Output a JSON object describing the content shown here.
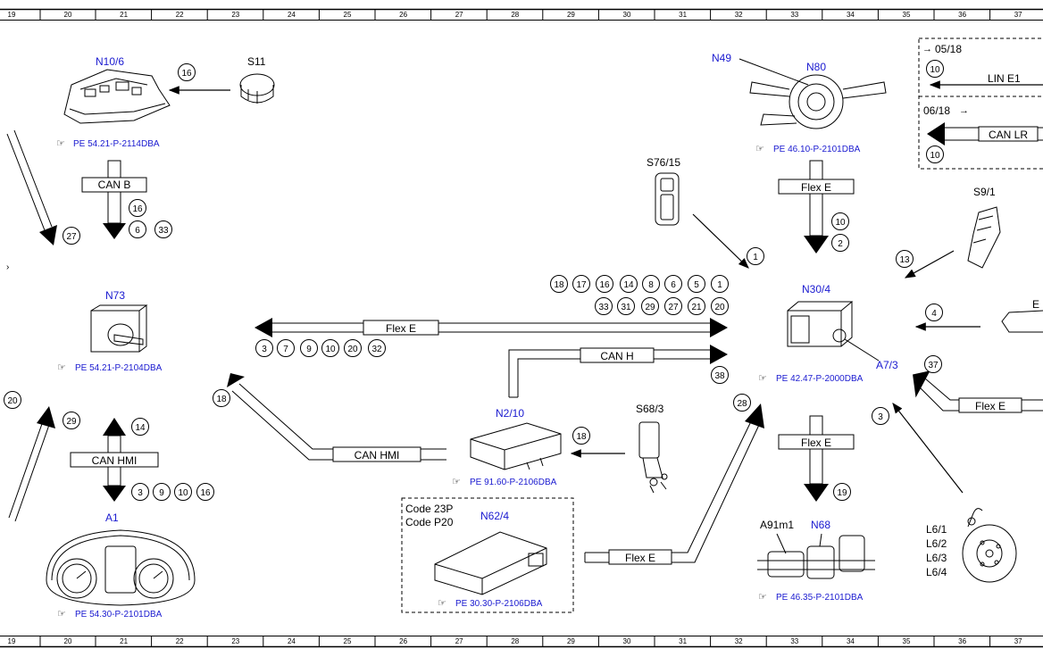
{
  "ruler": {
    "columns": [
      "19",
      "20",
      "21",
      "22",
      "23",
      "24",
      "25",
      "26",
      "27",
      "28",
      "29",
      "30",
      "31",
      "32",
      "33",
      "34",
      "35",
      "36",
      "37"
    ]
  },
  "components": {
    "n10_6": {
      "label": "N10/6",
      "ref": "PE 54.21-P-2114DBA"
    },
    "s11": {
      "label": "S11"
    },
    "n73": {
      "label": "N73",
      "ref": "PE 54.21-P-2104DBA"
    },
    "a1": {
      "label": "A1",
      "ref": "PE 54.30-P-2101DBA"
    },
    "n49": {
      "label": "N49"
    },
    "n80": {
      "label": "N80",
      "ref": "PE 46.10-P-2101DBA"
    },
    "s76_15": {
      "label": "S76/15"
    },
    "s9_1": {
      "label": "S9/1"
    },
    "n30_4": {
      "label": "N30/4",
      "ref": "PE 42.47-P-2000DBA"
    },
    "a7_3": {
      "label": "A7/3"
    },
    "n2_10": {
      "label": "N2/10",
      "ref": "PE 91.60-P-2106DBA"
    },
    "s68_3": {
      "label": "S68/3"
    },
    "n62_4": {
      "label": "N62/4",
      "ref": "PE 30.30-P-2106DBA",
      "code1": "Code 23P",
      "code2": "Code P20"
    },
    "a91m1": {
      "label": "A91m1"
    },
    "n68": {
      "label": "N68",
      "ref": "PE 46.35-P-2101DBA"
    },
    "l6": {
      "l1": "L6/1",
      "l2": "L6/2",
      "l3": "L6/3",
      "l4": "L6/4"
    },
    "e_partial": {
      "label": "E"
    }
  },
  "buses": {
    "can_b": "CAN B",
    "can_hmi_left": "CAN HMI",
    "can_hmi_mid": "CAN HMI",
    "flex_e_top": "Flex E",
    "flex_e_main": "Flex E",
    "can_h": "CAN H",
    "flex_e_mid": "Flex E",
    "flex_e_bottom": "Flex E",
    "flex_e_right": "Flex E",
    "lin_e1": "LIN E1",
    "can_lr": "CAN LR"
  },
  "refs": {
    "ref1": "05/18",
    "ref2": "06/18"
  },
  "circles": {
    "c_16a": "16",
    "c_16b": "16",
    "c_6": "6",
    "c_33": "33",
    "c_27": "27",
    "c_14": "14",
    "c_3a": "3",
    "c_9": "9",
    "c_10a": "10",
    "c_16c": "16",
    "c_20": "20",
    "c_29": "29",
    "c_18a": "18",
    "r1_18": "18",
    "r1_17": "17",
    "r1_16": "16",
    "r1_14": "14",
    "r1_8": "8",
    "r1_6": "6",
    "r1_5": "5",
    "r1_1": "1",
    "r2_33": "33",
    "r2_31": "31",
    "r2_29": "29",
    "r2_27": "27",
    "r2_21": "21",
    "r2_20": "20",
    "r3_3": "3",
    "r3_7": "7",
    "r3_9": "9",
    "r3_10": "10",
    "r3_20": "20",
    "r3_32": "32",
    "c_38": "38",
    "c_18b": "18",
    "c_28": "28",
    "c_19": "19",
    "c_1": "1",
    "c_10b": "10",
    "c_2": "2",
    "c_13": "13",
    "c_4": "4",
    "c_37": "37",
    "c_3b": "3",
    "c_10c": "10",
    "c_10d": "10"
  }
}
